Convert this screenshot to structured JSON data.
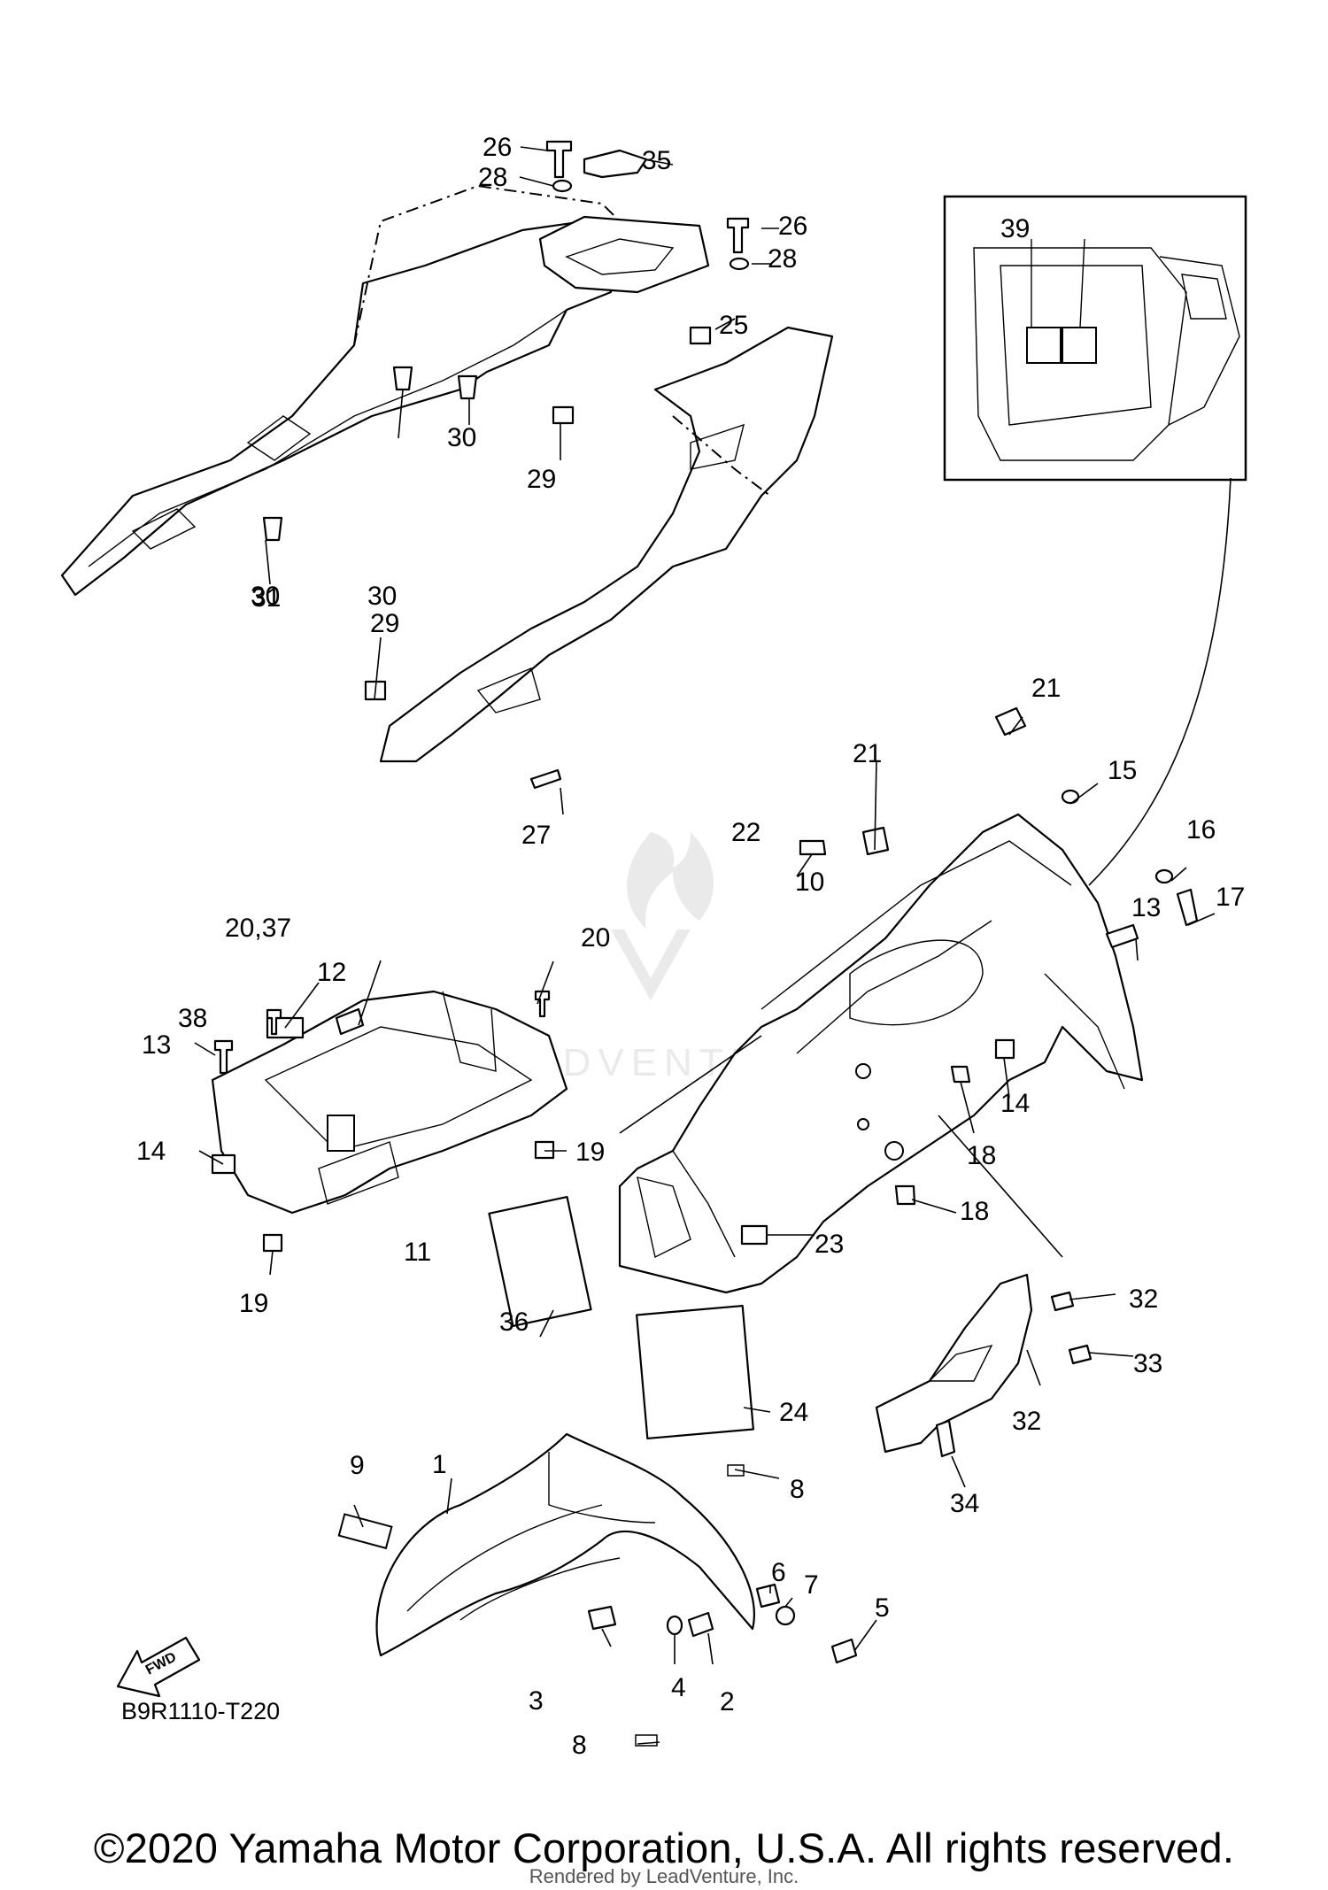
{
  "diagram": {
    "code": "B9R1110-T220",
    "fwd_label": "FWD",
    "watermark": "LEADVENTURE",
    "callouts": [
      "1",
      "2",
      "3",
      "4",
      "5",
      "6",
      "7",
      "8",
      "8",
      "9",
      "10",
      "11",
      "12",
      "13",
      "13",
      "14",
      "14",
      "15",
      "16",
      "17",
      "18",
      "18",
      "19",
      "19",
      "20",
      "20,37",
      "21",
      "21",
      "22",
      "23",
      "24",
      "25",
      "26",
      "26",
      "27",
      "28",
      "28",
      "29",
      "29",
      "30",
      "30",
      "30",
      "31",
      "32",
      "32",
      "33",
      "34",
      "35",
      "36",
      "38",
      "39"
    ]
  },
  "footer": {
    "copyright": "©2020 Yamaha Motor Corporation, U.S.A. All rights reserved.",
    "rendered_by": "Rendered by LeadVenture, Inc."
  }
}
